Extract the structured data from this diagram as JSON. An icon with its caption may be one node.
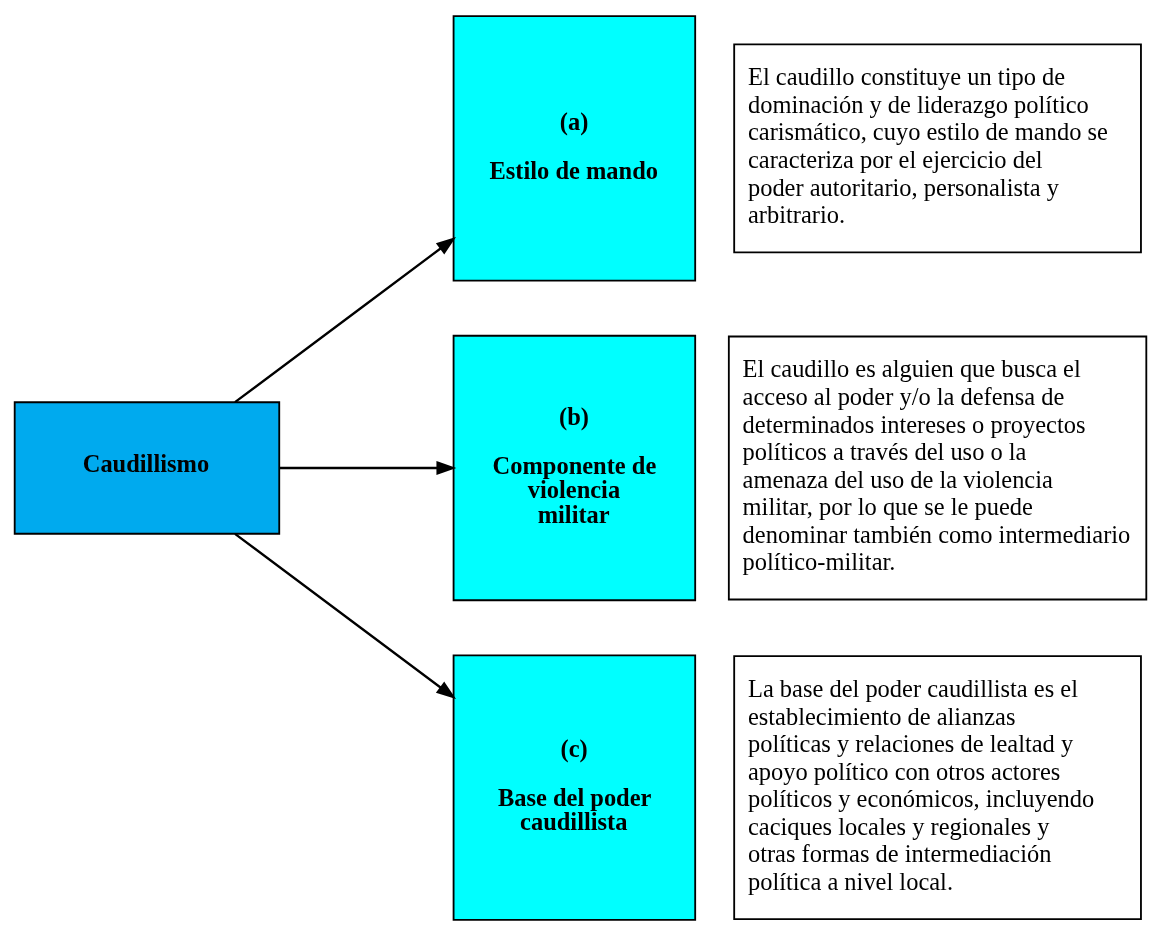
{
  "diagram": {
    "nodes": [
      {
        "text": [
          "Caudillismo"
        ]
      },
      {
        "text": [
          "(a)",
          "Estilo de mando"
        ]
      },
      {
        "text": [
          "El caudillo constituye un tipo de dominación y de liderazgo político carismático, cuyo estilo de mando se caracteriza por el ejercicio del poder autoritario, personalista y arbitrario."
        ]
      },
      {
        "text": [
          "(b)",
          "Componente de violencia militar"
        ]
      },
      {
        "text": [
          "El caudillo es alguien que busca el acceso al poder y/o la defensa de determinados intereses o proyectos políticos a través del uso o la amenaza del uso de la violencia militar, por lo que se le puede denominar también como intermediario político-militar."
        ]
      },
      {
        "text": [
          "(c)",
          "Base del poder caudillista"
        ]
      },
      {
        "text": [
          "La base del poder caudillista es el establecimiento de alianzas políticas y relaciones de lealtad y apoyo político con otros actores políticos y económicos, incluyendo  caciques locales y regionales y otras formas de intermediación política a nivel local."
        ]
      }
    ],
    "edges": [
      {
        "from": 0,
        "to": 1,
        "arrow": "to"
      },
      {
        "from": 0,
        "to": 3,
        "arrow": "to"
      },
      {
        "from": 0,
        "to": 5,
        "arrow": "to"
      }
    ]
  }
}
